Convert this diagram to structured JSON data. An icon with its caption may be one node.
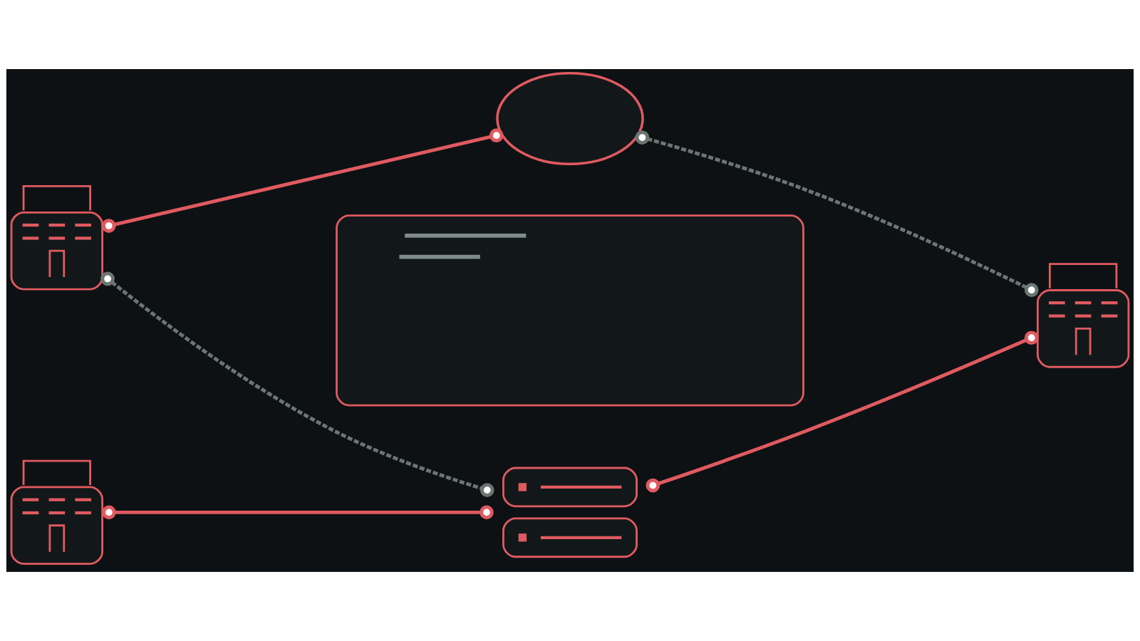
{
  "diagram": {
    "nodes": [
      {
        "text": [],
        "shape": "building"
      },
      {
        "text": [],
        "shape": "cloud"
      },
      {
        "text": [],
        "shape": "chart"
      },
      {
        "text": [],
        "shape": "building"
      },
      {
        "text": [],
        "shape": "server"
      },
      {
        "text": [],
        "shape": "building"
      }
    ],
    "edges": [
      {
        "from": 0,
        "to": 1,
        "arrow": "other"
      },
      {
        "from": 1,
        "to": 5,
        "arrow": "other",
        "style": "dashed",
        "color": "#6b7673"
      },
      {
        "from": 0,
        "to": 4,
        "arrow": "other",
        "style": "dashed",
        "color": "#6b7673"
      },
      {
        "from": 3,
        "to": 4,
        "arrow": "other"
      },
      {
        "from": 4,
        "to": 5,
        "arrow": "other"
      }
    ]
  }
}
